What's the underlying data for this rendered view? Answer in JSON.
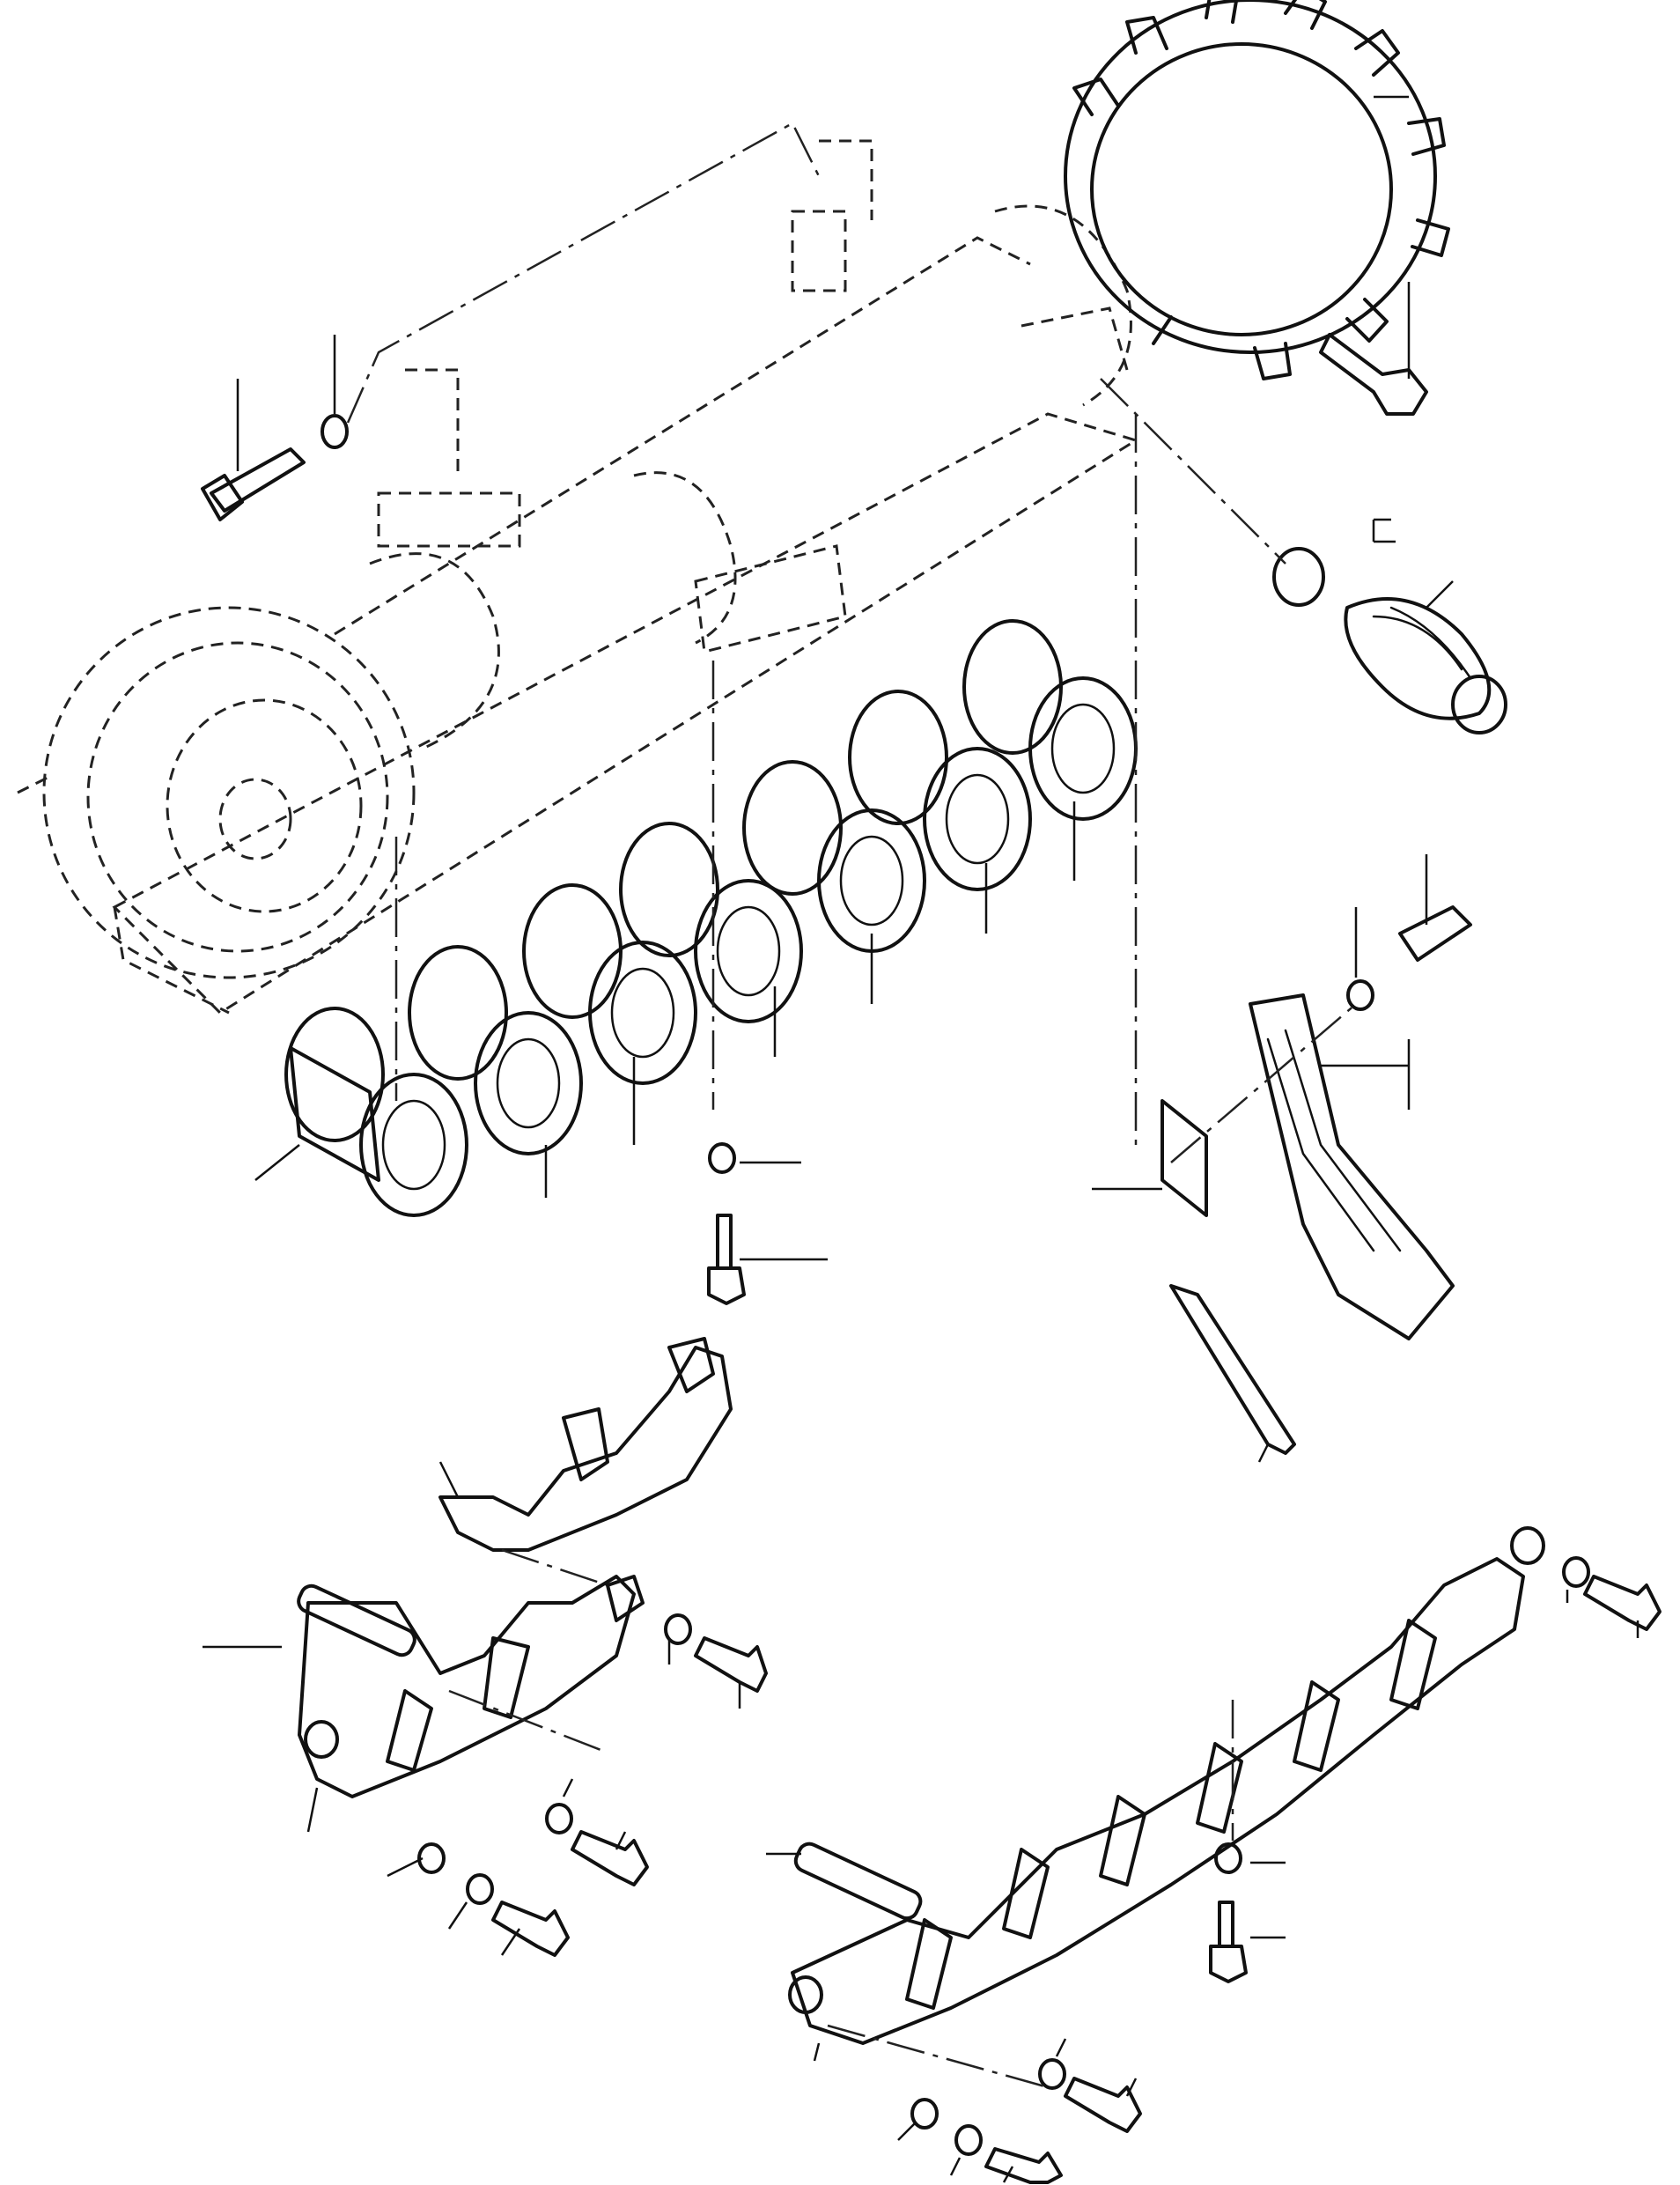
{
  "diagram": {
    "type": "exploded-parts-view",
    "line_color": "#111111",
    "background": "#ffffff",
    "components": [
      "track-frame",
      "sprocket",
      "idler",
      "carrier-roller",
      "track-rollers",
      "roller-guard-plates",
      "rock-guards",
      "mounting-bolts-and-washers"
    ]
  }
}
